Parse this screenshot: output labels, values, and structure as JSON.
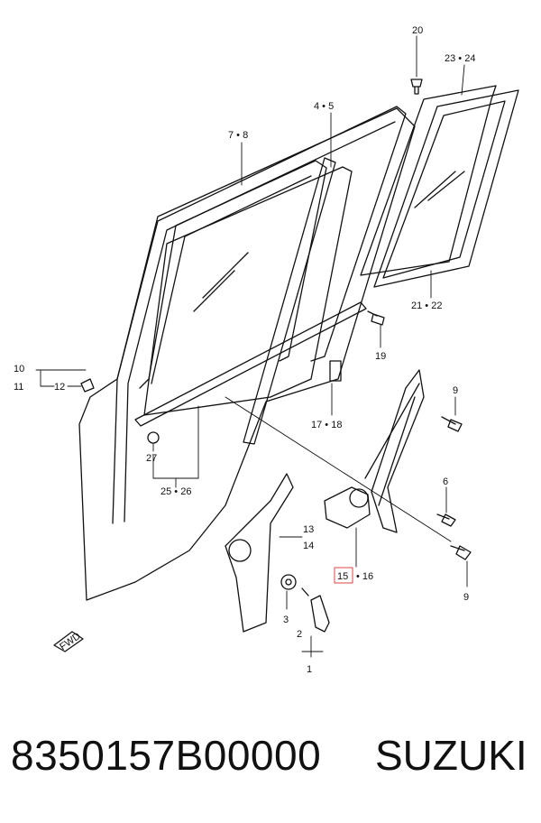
{
  "labels": {
    "l20": "20",
    "l2324": "23 • 24",
    "l45": "4 • 5",
    "l78": "7 • 8",
    "l2122": "21 • 22",
    "l19": "19",
    "l10": "10",
    "l11": "11",
    "l12": "12",
    "l9a": "9",
    "l1718": "17 • 18",
    "l27": "27",
    "l2526": "25 • 26",
    "l6": "6",
    "l1314": "13",
    "l14": "14",
    "l15": "15",
    "l16": "• 16",
    "l9b": "9",
    "l3": "3",
    "l2": "2",
    "l1": "1",
    "fwd": "FWD"
  },
  "footer": {
    "part_number": "8350157B00000",
    "brand": "SUZUKI"
  },
  "colors": {
    "line": "#111111",
    "highlight": "#dd4444"
  }
}
